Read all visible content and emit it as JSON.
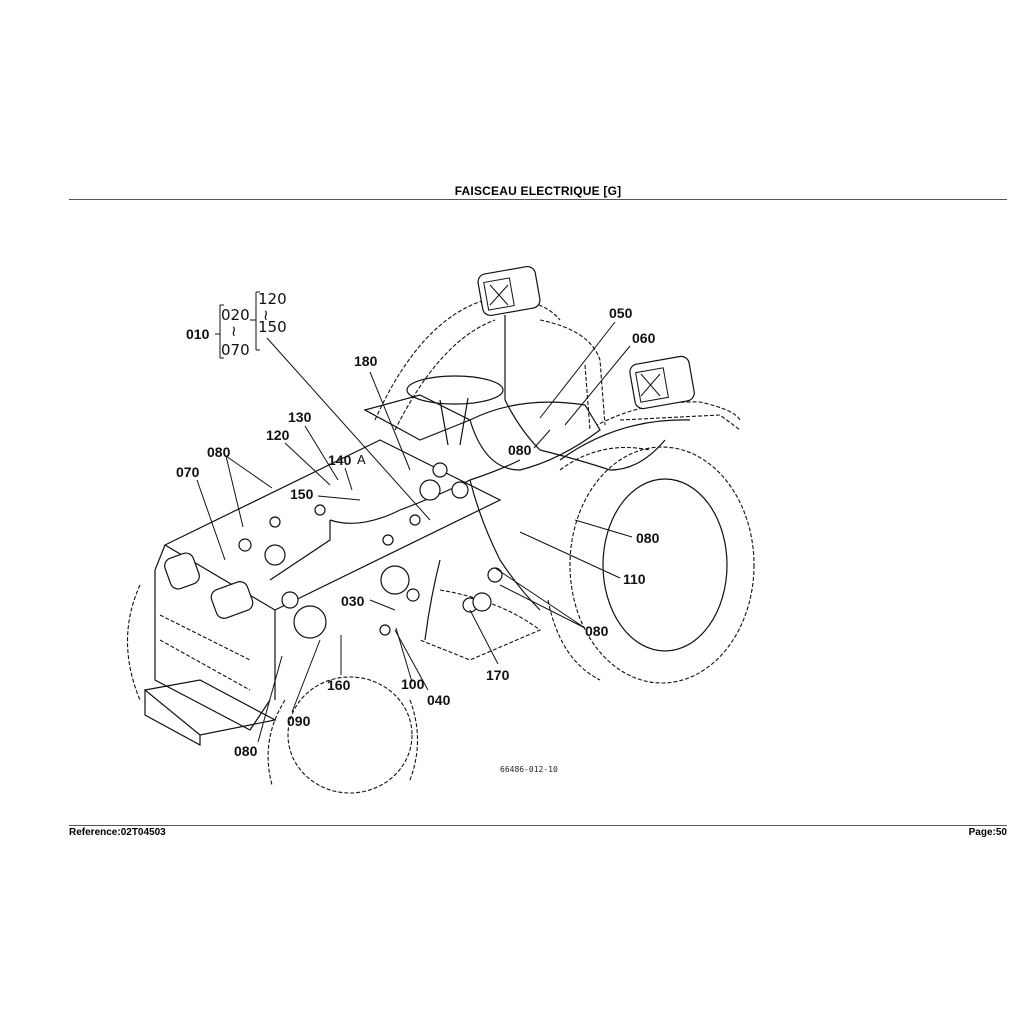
{
  "header": {
    "title": "FAISCEAU ELECTRIQUE   [G]"
  },
  "footer": {
    "reference": "Reference:02T04503",
    "page": "Page:50"
  },
  "diagram": {
    "drawing_code": "66486-012-10",
    "group": {
      "label": "010",
      "top_left": "020",
      "bottom_left": "070",
      "top_right": "120",
      "bottom_right": "150"
    },
    "callouts": [
      "180",
      "050",
      "060",
      "130",
      "120",
      "140",
      "080",
      "150",
      "070",
      "080",
      "080",
      "110",
      "080",
      "170",
      "160",
      "100",
      "040",
      "030",
      "090",
      "080"
    ]
  }
}
